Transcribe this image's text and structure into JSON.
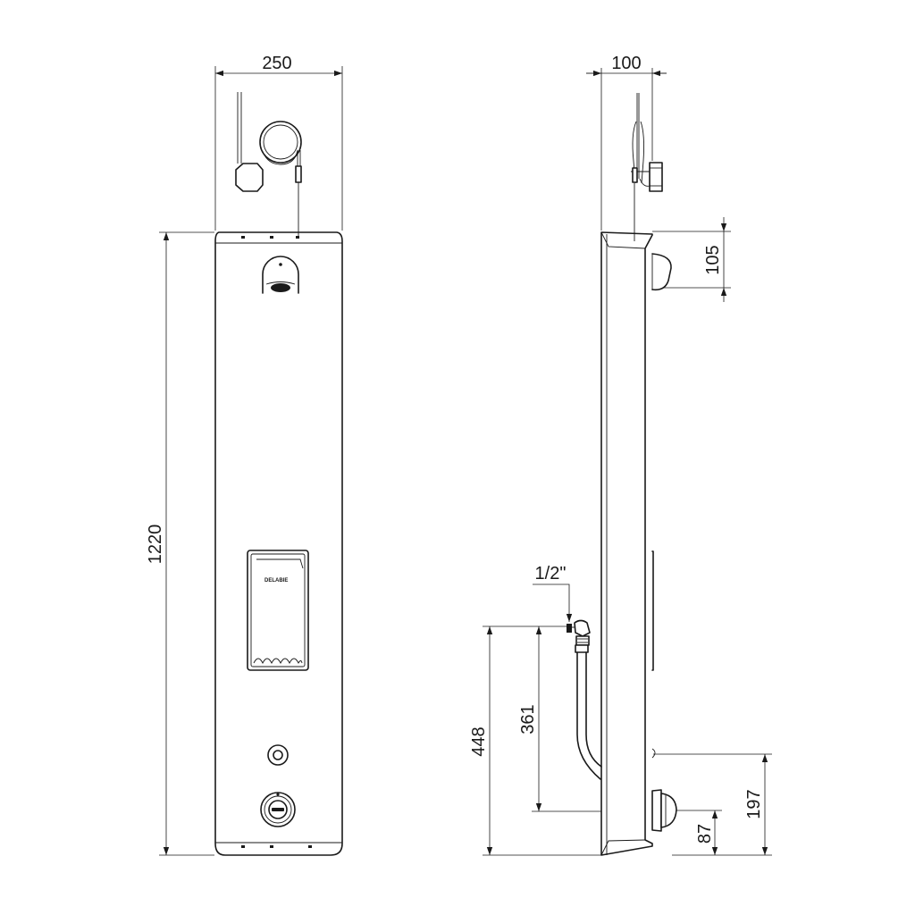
{
  "front_view": {
    "dim_width": "250",
    "dim_height": "1220",
    "brand_label": "DELABIE"
  },
  "side_view": {
    "dim_depth": "100",
    "dim_head": "105",
    "dim_inlet_size": "1/2\"",
    "dim_inlet_height": "448",
    "dim_hose_length": "361",
    "dim_outlet_height": "197",
    "dim_outlet_offset": "87"
  }
}
